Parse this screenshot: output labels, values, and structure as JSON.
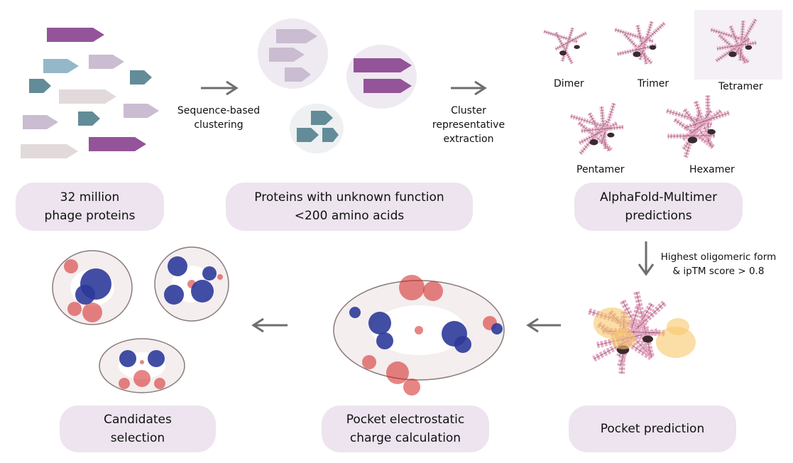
{
  "colors": {
    "purple_dark": "#93549a",
    "purple_light": "#cabcd1",
    "teal_dark": "#628c98",
    "teal_light": "#94b8c8",
    "beige": "#e2dada",
    "pill_bg": "#ede4ef",
    "arrow": "#6e6e6e",
    "helix_pink": "#e8a9c4",
    "helix_dark": "#3a2a30",
    "electro_blue": "#2e3a9a",
    "electro_red": "#d42020",
    "pocket_yellow": "#f6c86a"
  },
  "steps": [
    {
      "id": "phage-proteins",
      "label": "32 million\nphage proteins"
    },
    {
      "id": "unknown-function",
      "label": "Proteins with unknown function\n<200 amino acids"
    },
    {
      "id": "alphafold",
      "label": "AlphaFold-Multimer\npredictions"
    },
    {
      "id": "pocket-prediction",
      "label": "Pocket prediction"
    },
    {
      "id": "electrostatic",
      "label": "Pocket electrostatic\ncharge calculation"
    },
    {
      "id": "candidates",
      "label": "Candidates\nselection"
    }
  ],
  "arrows": {
    "clustering": "Sequence-based\nclustering",
    "extraction": "Cluster\nrepresentative\nextraction",
    "filter": "Highest oligomeric form\n& ipTM score > 0.8"
  },
  "oligomers": [
    "Dimer",
    "Trimer",
    "Tetramer",
    "Pentamer",
    "Hexamer"
  ],
  "icons": {
    "protein_sequence": "gene-arrow-icon",
    "cluster": "cluster-circle-icon",
    "structure": "protein-structure-icon",
    "surface": "electrostatic-surface-icon"
  }
}
